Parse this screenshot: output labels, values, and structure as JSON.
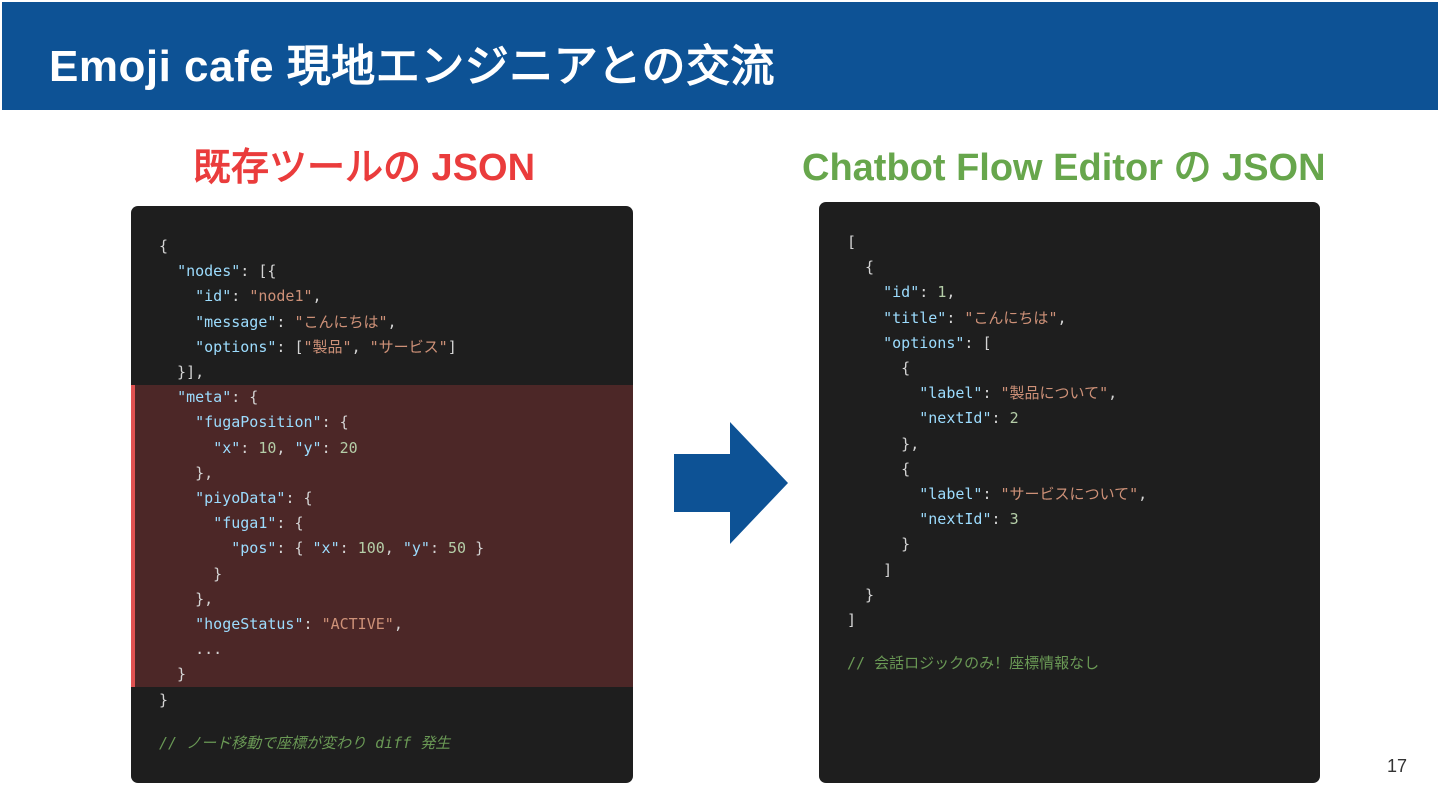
{
  "slide": {
    "title": "Emoji cafe 現地エンジニアとの交流",
    "page_number": "17",
    "colors": {
      "title_bar": "#0d5295",
      "left_heading": "#ea3c3c",
      "right_heading": "#67a64c",
      "code_bg": "#1e1e1e",
      "highlight_bg": "#4c2727",
      "highlight_border": "#e05252",
      "arrow": "#0d5295"
    }
  },
  "left": {
    "heading": "既存ツールの  JSON",
    "comment": "// ノード移動で座標が変わり diff 発生",
    "lines": [
      [
        {
          "t": "p",
          "v": "{"
        }
      ],
      [
        {
          "t": "p",
          "v": "  "
        },
        {
          "t": "k",
          "v": "\"nodes\""
        },
        {
          "t": "p",
          "v": ": [{"
        }
      ],
      [
        {
          "t": "p",
          "v": "    "
        },
        {
          "t": "k",
          "v": "\"id\""
        },
        {
          "t": "p",
          "v": ": "
        },
        {
          "t": "s",
          "v": "\"node1\""
        },
        {
          "t": "p",
          "v": ","
        }
      ],
      [
        {
          "t": "p",
          "v": "    "
        },
        {
          "t": "k",
          "v": "\"message\""
        },
        {
          "t": "p",
          "v": ": "
        },
        {
          "t": "s",
          "v": "\"こんにちは\""
        },
        {
          "t": "p",
          "v": ","
        }
      ],
      [
        {
          "t": "p",
          "v": "    "
        },
        {
          "t": "k",
          "v": "\"options\""
        },
        {
          "t": "p",
          "v": ": ["
        },
        {
          "t": "s",
          "v": "\"製品\""
        },
        {
          "t": "p",
          "v": ", "
        },
        {
          "t": "s",
          "v": "\"サービス\""
        },
        {
          "t": "p",
          "v": "]"
        }
      ],
      [
        {
          "t": "p",
          "v": "  }],"
        }
      ],
      [
        {
          "t": "p",
          "v": "  "
        },
        {
          "t": "k",
          "v": "\"meta\""
        },
        {
          "t": "p",
          "v": ": {"
        }
      ],
      [
        {
          "t": "p",
          "v": "    "
        },
        {
          "t": "k",
          "v": "\"fugaPosition\""
        },
        {
          "t": "p",
          "v": ": {"
        }
      ],
      [
        {
          "t": "p",
          "v": "      "
        },
        {
          "t": "k",
          "v": "\"x\""
        },
        {
          "t": "p",
          "v": ": "
        },
        {
          "t": "n",
          "v": "10"
        },
        {
          "t": "p",
          "v": ", "
        },
        {
          "t": "k",
          "v": "\"y\""
        },
        {
          "t": "p",
          "v": ": "
        },
        {
          "t": "n",
          "v": "20"
        }
      ],
      [
        {
          "t": "p",
          "v": "    },"
        }
      ],
      [
        {
          "t": "p",
          "v": "    "
        },
        {
          "t": "k",
          "v": "\"piyoData\""
        },
        {
          "t": "p",
          "v": ": {"
        }
      ],
      [
        {
          "t": "p",
          "v": "      "
        },
        {
          "t": "k",
          "v": "\"fuga1\""
        },
        {
          "t": "p",
          "v": ": {"
        }
      ],
      [
        {
          "t": "p",
          "v": "        "
        },
        {
          "t": "k",
          "v": "\"pos\""
        },
        {
          "t": "p",
          "v": ": { "
        },
        {
          "t": "k",
          "v": "\"x\""
        },
        {
          "t": "p",
          "v": ": "
        },
        {
          "t": "n",
          "v": "100"
        },
        {
          "t": "p",
          "v": ", "
        },
        {
          "t": "k",
          "v": "\"y\""
        },
        {
          "t": "p",
          "v": ": "
        },
        {
          "t": "n",
          "v": "50"
        },
        {
          "t": "p",
          "v": " }"
        }
      ],
      [
        {
          "t": "p",
          "v": "      }"
        }
      ],
      [
        {
          "t": "p",
          "v": "    },"
        }
      ],
      [
        {
          "t": "p",
          "v": "    "
        },
        {
          "t": "k",
          "v": "\"hogeStatus\""
        },
        {
          "t": "p",
          "v": ": "
        },
        {
          "t": "s",
          "v": "\"ACTIVE\""
        },
        {
          "t": "p",
          "v": ","
        }
      ],
      [
        {
          "t": "p",
          "v": "    ..."
        }
      ],
      [
        {
          "t": "p",
          "v": "  }"
        }
      ],
      [
        {
          "t": "p",
          "v": "}"
        }
      ]
    ]
  },
  "right": {
    "heading": "Chatbot Flow Editor の JSON",
    "comment": "// 会話ロジックのみ！座標情報なし",
    "lines": [
      [
        {
          "t": "p",
          "v": "["
        }
      ],
      [
        {
          "t": "p",
          "v": "  {"
        }
      ],
      [
        {
          "t": "p",
          "v": "    "
        },
        {
          "t": "k",
          "v": "\"id\""
        },
        {
          "t": "p",
          "v": ": "
        },
        {
          "t": "n",
          "v": "1"
        },
        {
          "t": "p",
          "v": ","
        }
      ],
      [
        {
          "t": "p",
          "v": "    "
        },
        {
          "t": "k",
          "v": "\"title\""
        },
        {
          "t": "p",
          "v": ": "
        },
        {
          "t": "s",
          "v": "\"こんにちは\""
        },
        {
          "t": "p",
          "v": ","
        }
      ],
      [
        {
          "t": "p",
          "v": "    "
        },
        {
          "t": "k",
          "v": "\"options\""
        },
        {
          "t": "p",
          "v": ": ["
        }
      ],
      [
        {
          "t": "p",
          "v": "      {"
        }
      ],
      [
        {
          "t": "p",
          "v": "        "
        },
        {
          "t": "k",
          "v": "\"label\""
        },
        {
          "t": "p",
          "v": ": "
        },
        {
          "t": "s",
          "v": "\"製品について\""
        },
        {
          "t": "p",
          "v": ","
        }
      ],
      [
        {
          "t": "p",
          "v": "        "
        },
        {
          "t": "k",
          "v": "\"nextId\""
        },
        {
          "t": "p",
          "v": ": "
        },
        {
          "t": "n",
          "v": "2"
        }
      ],
      [
        {
          "t": "p",
          "v": "      },"
        }
      ],
      [
        {
          "t": "p",
          "v": "      {"
        }
      ],
      [
        {
          "t": "p",
          "v": "        "
        },
        {
          "t": "k",
          "v": "\"label\""
        },
        {
          "t": "p",
          "v": ": "
        },
        {
          "t": "s",
          "v": "\"サービスについて\""
        },
        {
          "t": "p",
          "v": ","
        }
      ],
      [
        {
          "t": "p",
          "v": "        "
        },
        {
          "t": "k",
          "v": "\"nextId\""
        },
        {
          "t": "p",
          "v": ": "
        },
        {
          "t": "n",
          "v": "3"
        }
      ],
      [
        {
          "t": "p",
          "v": "      }"
        }
      ],
      [
        {
          "t": "p",
          "v": "    ]"
        }
      ],
      [
        {
          "t": "p",
          "v": "  }"
        }
      ],
      [
        {
          "t": "p",
          "v": "]"
        }
      ]
    ]
  }
}
